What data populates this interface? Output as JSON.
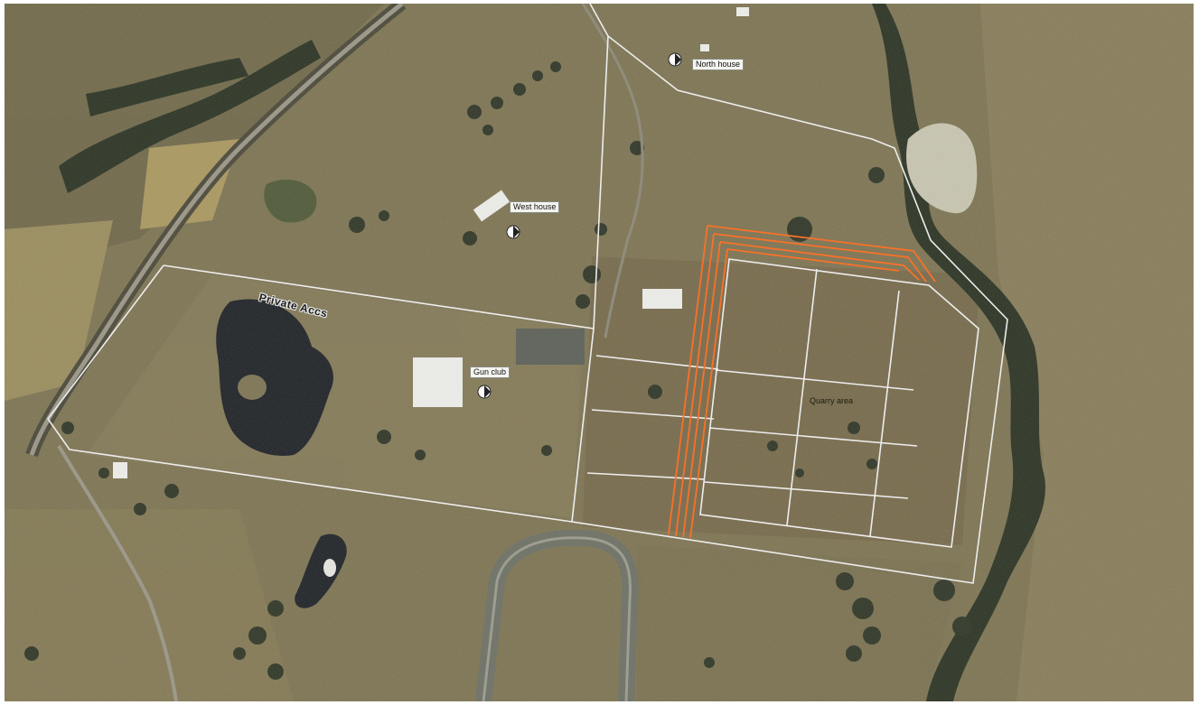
{
  "map": {
    "labels": {
      "north_house": "North house",
      "west_house": "West house",
      "gun_club": "Gun club",
      "quarry_area": "Quarry area",
      "road": "Private Accs"
    },
    "colors": {
      "terrain": "#7d7452",
      "boundary": "#f2f2f2",
      "route": "#ff6a1a",
      "water": "#1e2226",
      "trees": "#2b3323",
      "road": "#9a9686"
    },
    "icons": [
      "house-marker-icon",
      "house-marker-icon",
      "house-marker-icon"
    ]
  }
}
